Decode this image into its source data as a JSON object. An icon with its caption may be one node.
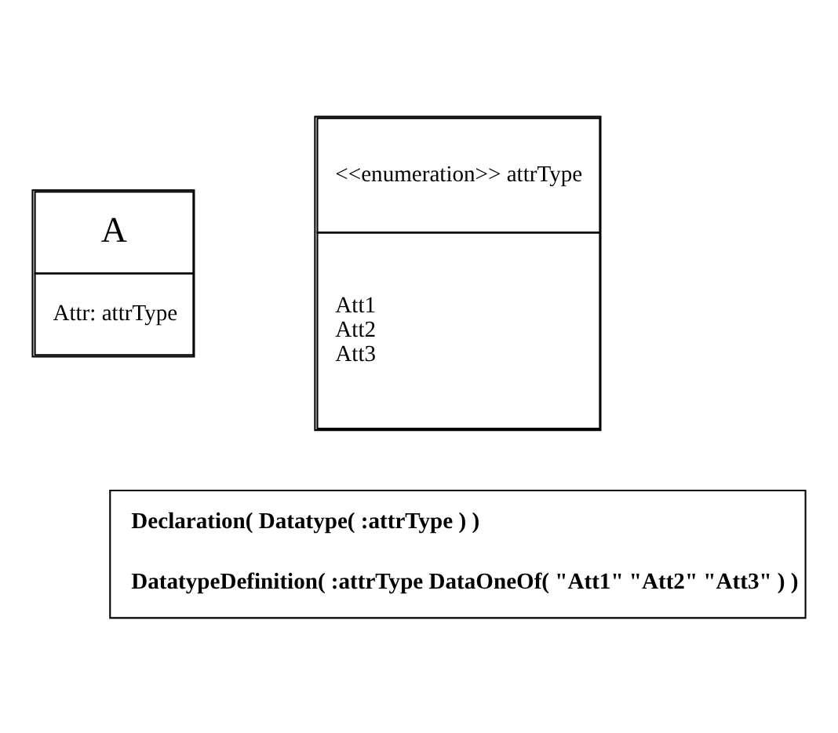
{
  "diagram": {
    "nodes": [
      {
        "text": [
          "A",
          "Attr: attrType"
        ]
      },
      {
        "text": [
          "<<enumeration>> attrType",
          "Att1",
          "Att2",
          "Att3"
        ]
      },
      {
        "text": [
          "Declaration( Datatype( :attrType ) )",
          "DatatypeDefinition( :attrType DataOneOf( \"Att1\" \"Att2\" \"Att3\" ) )"
        ]
      }
    ]
  }
}
